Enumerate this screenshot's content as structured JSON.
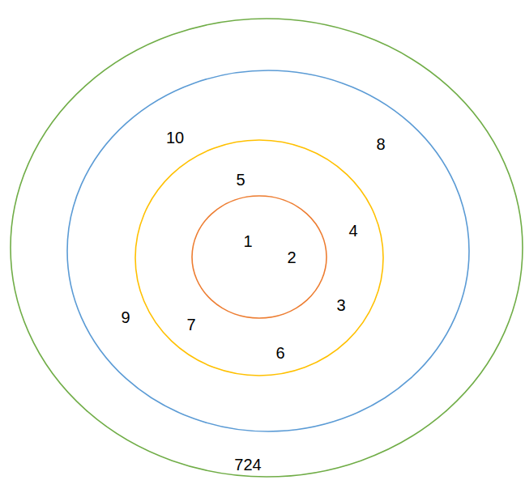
{
  "diagram": {
    "nodes": [
      {
        "text": [
          "724"
        ]
      },
      {
        "text": [
          "10",
          "8",
          "9"
        ],
        "in": 0
      },
      {
        "text": [
          "5",
          "4",
          "3",
          "7",
          "6"
        ],
        "in": 1
      },
      {
        "text": [
          "1",
          "2"
        ],
        "in": 2
      }
    ]
  }
}
